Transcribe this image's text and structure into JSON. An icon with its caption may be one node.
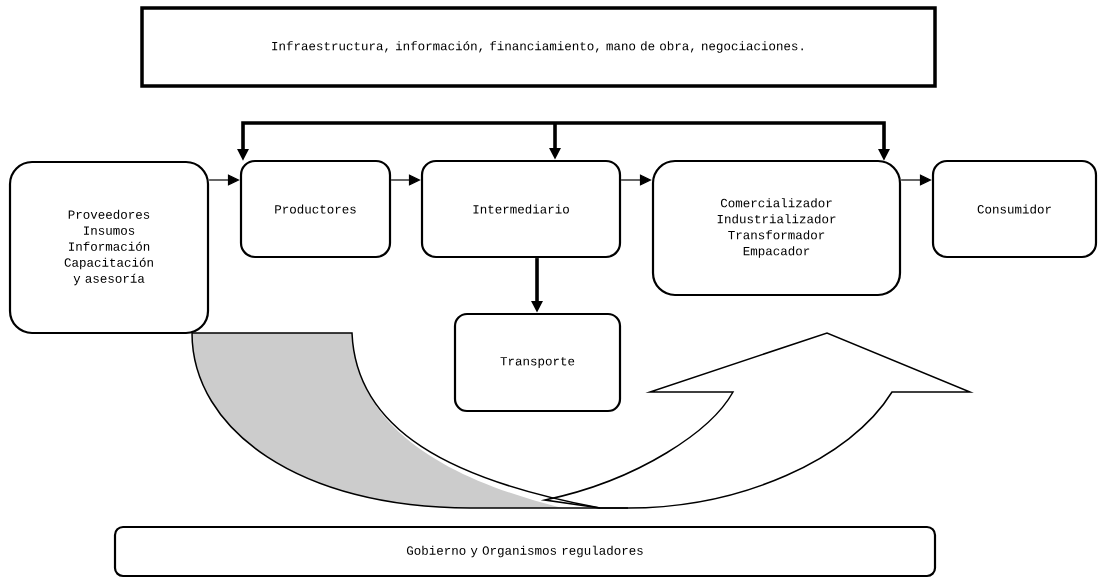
{
  "diagram": {
    "nodes": [
      {
        "text": [
          "Infraestructura, información, financiamiento, mano de obra, negociaciones."
        ]
      },
      {
        "text": [
          "Proveedores",
          "Insumos",
          "Información",
          "Capacitación y asesoría"
        ]
      },
      {
        "text": [
          "Productores"
        ]
      },
      {
        "text": [
          "Intermediario"
        ]
      },
      {
        "text": [
          "Comercializador",
          "Industrializador",
          "Transformador",
          "Empacador"
        ]
      },
      {
        "text": [
          "Consumidor"
        ]
      },
      {
        "text": [
          "Transporte"
        ]
      },
      {
        "text": [
          "Gobierno y Organismos reguladores"
        ]
      }
    ],
    "edges": [
      {
        "from": 1,
        "to": 2,
        "arrow": "to"
      },
      {
        "from": 2,
        "to": 3,
        "arrow": "to"
      },
      {
        "from": 3,
        "to": 4,
        "arrow": "to"
      },
      {
        "from": 4,
        "to": 5,
        "arrow": "to"
      },
      {
        "from": 3,
        "to": 6,
        "arrow": "to",
        "style": "thick"
      },
      {
        "from": null,
        "to": 2,
        "arrow": "to",
        "style": "thick"
      },
      {
        "from": null,
        "to": 3,
        "arrow": "to",
        "style": "thick"
      },
      {
        "from": null,
        "to": 4,
        "arrow": "to",
        "style": "thick"
      }
    ]
  }
}
